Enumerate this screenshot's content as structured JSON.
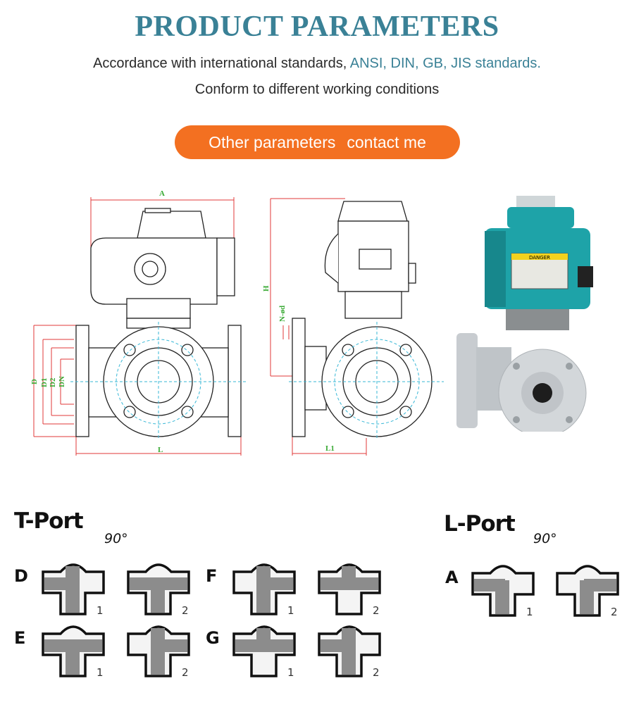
{
  "header": {
    "title": "PRODUCT PARAMETERS",
    "line1_prefix": "Accordance with international standards,",
    "line1_highlight": "ANSI, DIN, GB, JIS standards.",
    "line2": "Conform to different working conditions",
    "cta_left": "Other parameters",
    "cta_right": "contact me"
  },
  "colors": {
    "accent": "#3a8196",
    "cta": "#f37021",
    "dim_line": "#e03a3a",
    "dim_label": "#3aaa35",
    "center_line": "#37b7d6",
    "valve_teal": "#1ea3a8"
  },
  "dimensions": {
    "A": "A",
    "H": "H",
    "Nd": "N-ød",
    "D": "D",
    "D1": "D1",
    "D2": "D2",
    "DN": "DN",
    "L": "L",
    "L1": "L1"
  },
  "photo": {
    "label": "DANGER"
  },
  "t_port": {
    "title": "T-Port",
    "angle": "90°",
    "rows": [
      {
        "label": "D",
        "icons": [
          {
            "num": "1",
            "flows": [
              "left",
              "up",
              "down"
            ]
          },
          {
            "num": "2",
            "flows": [
              "left",
              "right",
              "down"
            ]
          }
        ]
      },
      {
        "label": "E",
        "icons": [
          {
            "num": "1",
            "flows": [
              "left",
              "right",
              "down"
            ]
          },
          {
            "num": "2",
            "flows": [
              "up",
              "right",
              "down"
            ]
          }
        ]
      },
      {
        "label": "F",
        "icons": [
          {
            "num": "1",
            "flows": [
              "right",
              "up",
              "down"
            ]
          },
          {
            "num": "2",
            "flows": [
              "left",
              "right",
              "up"
            ]
          }
        ]
      },
      {
        "label": "G",
        "icons": [
          {
            "num": "1",
            "flows": [
              "left",
              "right",
              "up"
            ]
          },
          {
            "num": "2",
            "flows": [
              "left",
              "up",
              "down"
            ]
          }
        ]
      }
    ]
  },
  "l_port": {
    "title": "L-Port",
    "angle": "90°",
    "rows": [
      {
        "label": "A",
        "icons": [
          {
            "num": "1",
            "flows": [
              "left",
              "down"
            ]
          },
          {
            "num": "2",
            "flows": [
              "right",
              "down"
            ]
          }
        ]
      }
    ]
  }
}
